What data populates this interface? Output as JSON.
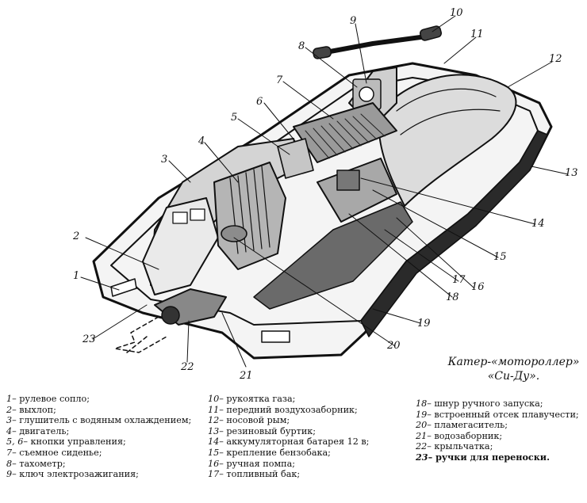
{
  "caption": {
    "line1": "Катер-«мотороллер»",
    "line2": "«Си-Ду»."
  },
  "callouts": [
    "1",
    "2",
    "3",
    "4",
    "5",
    "6",
    "7",
    "8",
    "9",
    "10",
    "11",
    "12",
    "13",
    "14",
    "15",
    "16",
    "17",
    "18",
    "19",
    "20",
    "21",
    "22",
    "23"
  ],
  "legend": {
    "column1": [
      {
        "num": "1",
        "text": " – рулевое сопло;"
      },
      {
        "num": "2",
        "text": " – выхлоп;"
      },
      {
        "num": "3",
        "text": " – глушитель с водяным охлаждением;"
      },
      {
        "num": "4",
        "text": " – двигатель;"
      },
      {
        "num": "5, 6",
        "text": " – кнопки управления;"
      },
      {
        "num": "7",
        "text": " – съемное сиденье;"
      },
      {
        "num": "8",
        "text": " – тахометр;"
      },
      {
        "num": "9",
        "text": " – ключ электрозажигания;"
      }
    ],
    "column2": [
      {
        "num": "10",
        "text": " – рукоятка газа;"
      },
      {
        "num": "11",
        "text": " – передний воздухозаборник;"
      },
      {
        "num": "12",
        "text": " – носовой рым;"
      },
      {
        "num": "13",
        "text": " – резиновый буртик;"
      },
      {
        "num": "14",
        "text": " – аккумуляторная батарея 12 в;"
      },
      {
        "num": "15",
        "text": " – крепление бензобака;"
      },
      {
        "num": "16",
        "text": " – ручная помпа;"
      },
      {
        "num": "17",
        "text": " – топливный бак;"
      }
    ],
    "column3": [
      {
        "num": "18",
        "text": " – шнур ручного запуска;"
      },
      {
        "num": "19",
        "text": " – встроенный отсек плавучести;"
      },
      {
        "num": "20",
        "text": " – пламегаситель;"
      },
      {
        "num": "21",
        "text": " – водозаборник;"
      },
      {
        "num": "22",
        "text": " – крыльчатка;"
      },
      {
        "num": "23",
        "text": " – ручки для переноски.",
        "strong": true
      }
    ]
  }
}
